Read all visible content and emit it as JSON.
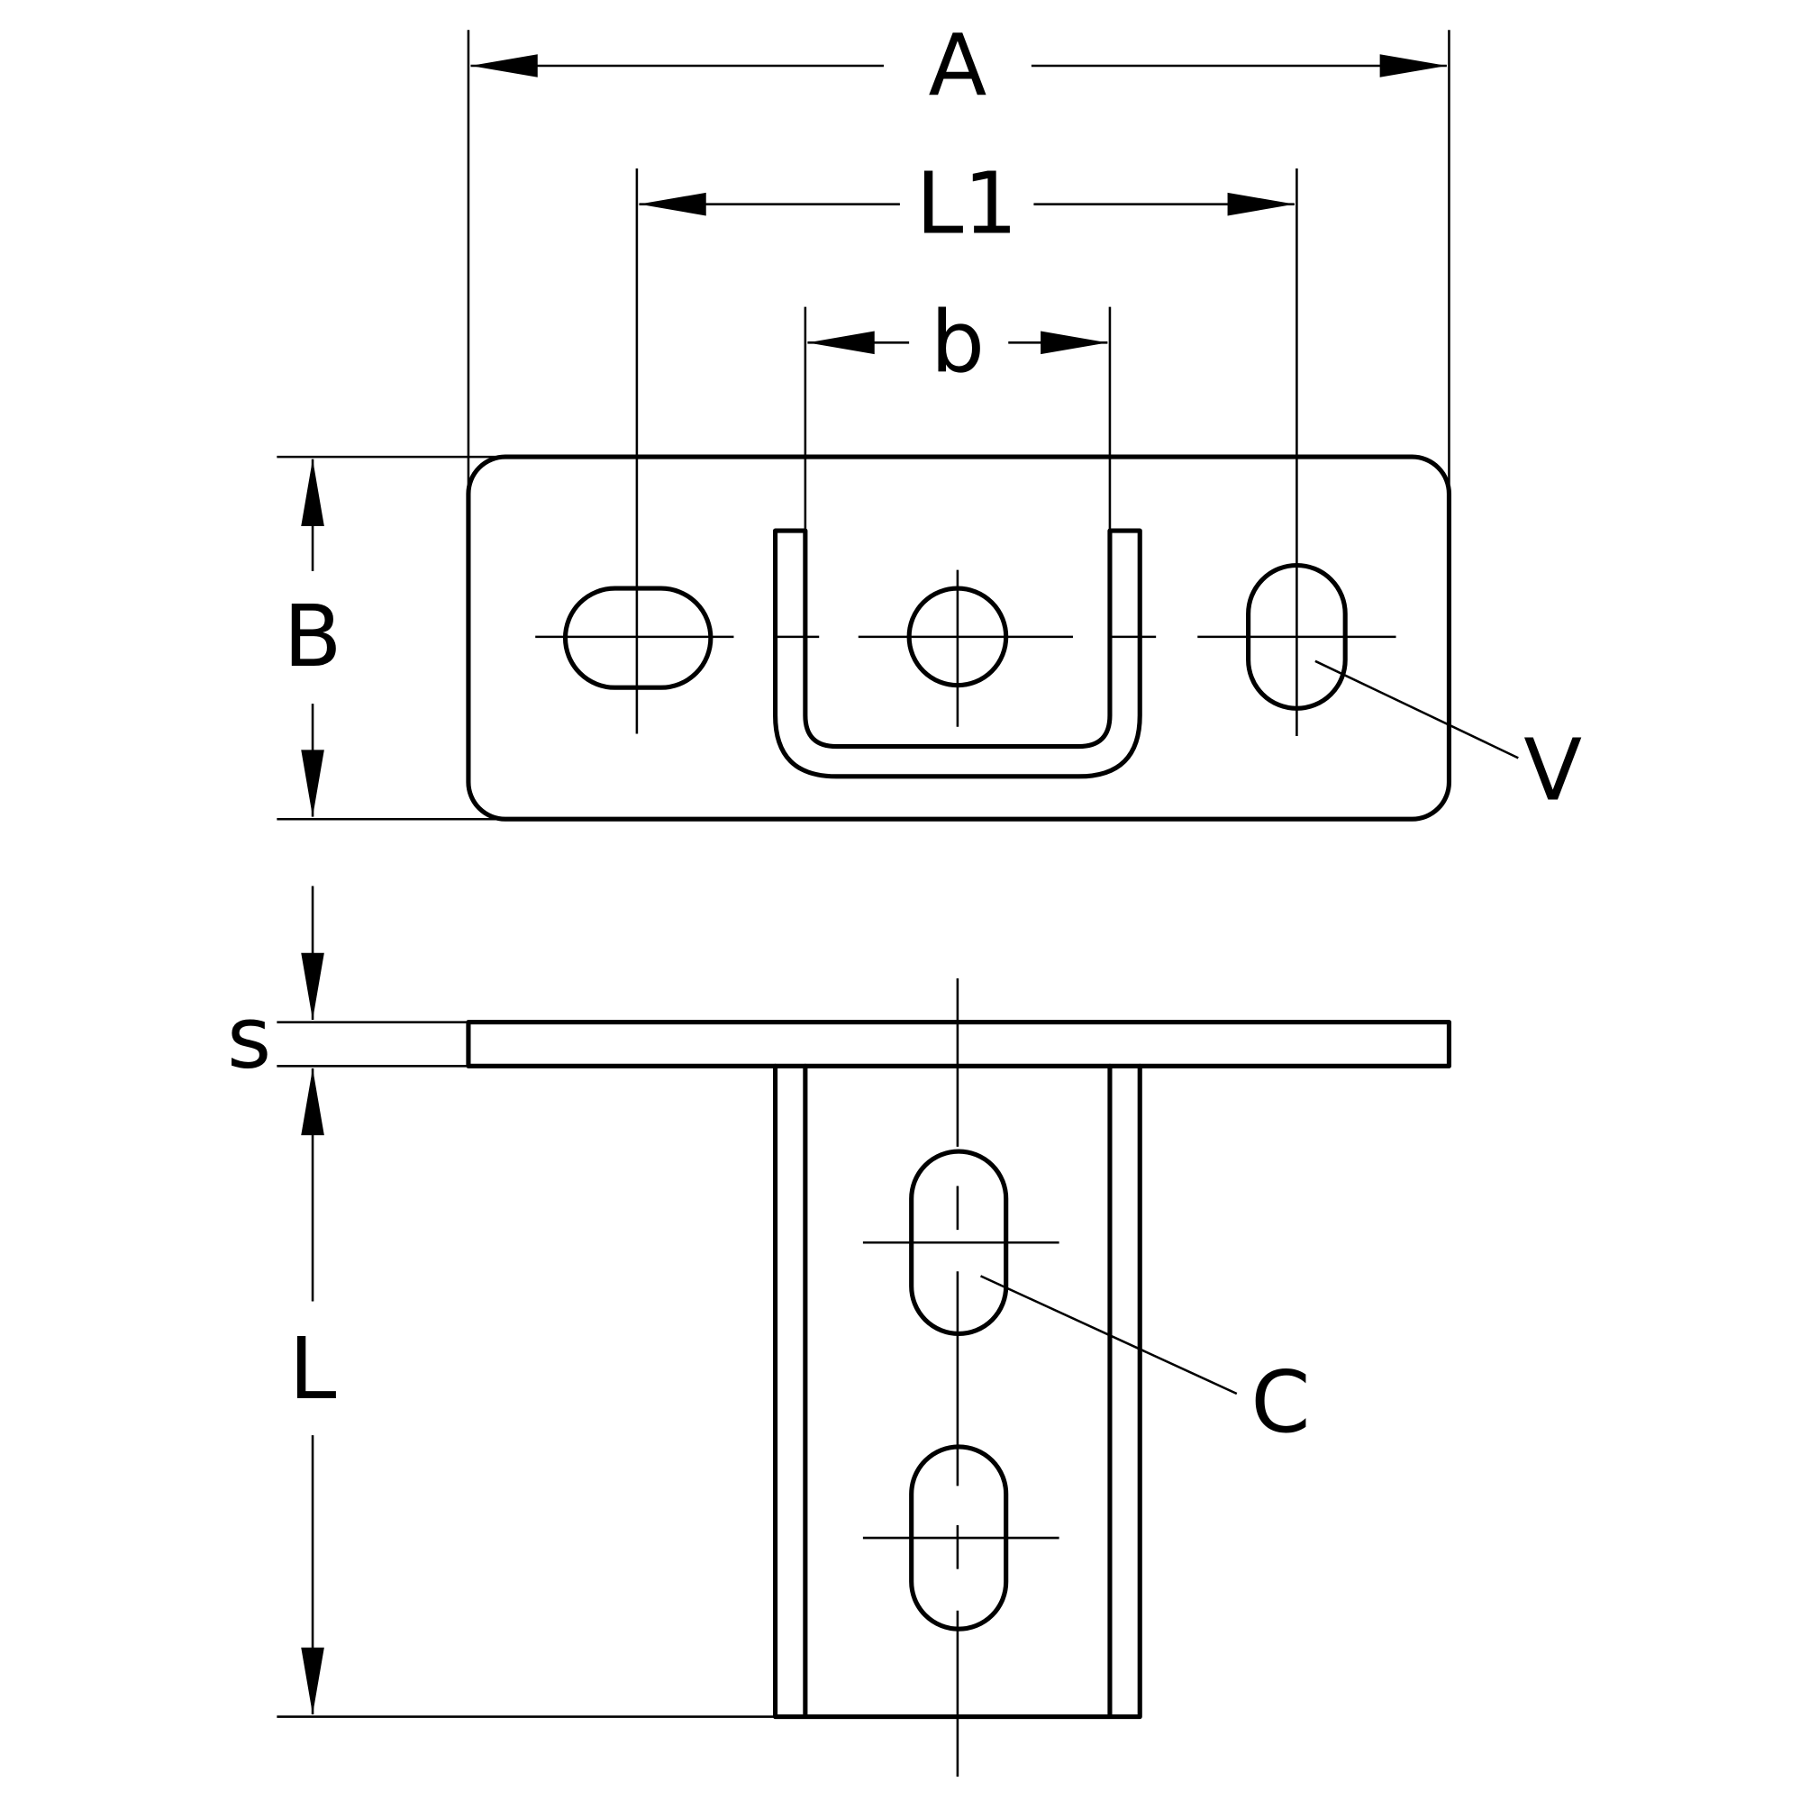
{
  "labels": {
    "A": "A",
    "L1": "L1",
    "b": "b",
    "B": "B",
    "V": "V",
    "s": "s",
    "L": "L",
    "C": "C"
  }
}
